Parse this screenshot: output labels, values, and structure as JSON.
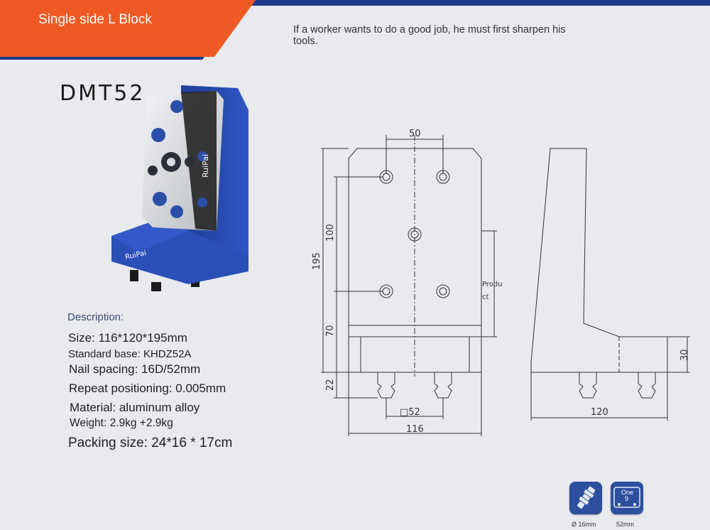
{
  "header": {
    "title": "Single side L Block",
    "motto": "If a worker wants to do a good job, he must first sharpen his tools."
  },
  "product": {
    "model": "DMT52",
    "brand": "RuiPai"
  },
  "description": {
    "heading": "Description:",
    "specs": [
      "Size: 116*120*195mm",
      "Standard base: KHDZ52A",
      "Nail spacing: 16D/52mm",
      "Repeat positioning: 0.005mm",
      "Material: aluminum alloy",
      "Weight: 2.9kg +2.9kg",
      "Packing size: 24*16 * 17cm"
    ]
  },
  "drawing": {
    "dim_top_spacing": "50",
    "dim_height_total": "195",
    "dim_hole_spacing": "100",
    "dim_base_height": "70",
    "dim_nail_length": "22",
    "dim_nail_spacing": "□52",
    "dim_width": "116",
    "dim_side_base": "30",
    "dim_depth": "120",
    "product_label_1": "Produ",
    "product_label_2": "ct"
  },
  "features": {
    "nail_label": "Ø 16mm",
    "spacing_label": "52mm",
    "spacing_icon_text_1": "One",
    "spacing_icon_text_2": "9"
  },
  "colors": {
    "accent_orange": "#ef5a24",
    "brand_navy": "#1e3a8a",
    "product_blue": "#2646a6"
  }
}
